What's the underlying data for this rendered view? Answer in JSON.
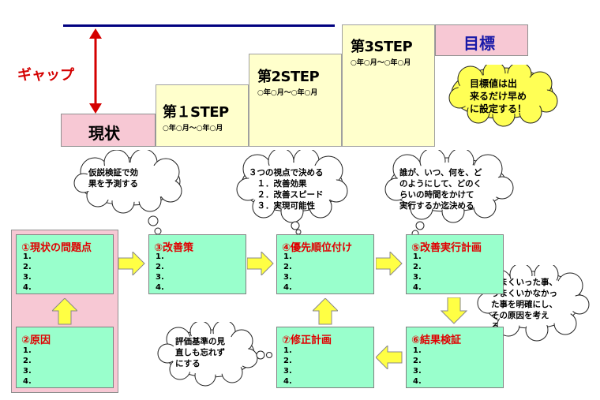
{
  "gap_label": "ギャップ",
  "current_label": "現状",
  "goal_label": "目標",
  "steps": [
    {
      "title": "第１STEP",
      "date": "○年○月～○年○月"
    },
    {
      "title": "第2STEP",
      "date": "○年○月～○年○月"
    },
    {
      "title": "第3STEP",
      "date": "○年○月～○年○月"
    }
  ],
  "goal_note": [
    "目標値は出",
    "来るだけ早め",
    "に設定する！"
  ],
  "clouds": {
    "hypothesis": [
      "仮説検証で効",
      "果を予測する"
    ],
    "three_views": [
      "３つの視点で決める",
      "　１．改善効果",
      "　２．改善スピード",
      "　３．実現可能性"
    ],
    "who_when": [
      "誰が、いつ、何を、ど",
      "のようにして、どのく",
      "らいの時間をかけて",
      "実行するか迄決める"
    ],
    "review": [
      "うまくいった事、",
      "うまくいかなかっ",
      "た事を明確にし、",
      "その原因を考え",
      "る"
    ],
    "criteria": [
      "評価基準の見",
      "直しも忘れず",
      "にする"
    ]
  },
  "boxes": {
    "problems": {
      "title": "①現状の問題点",
      "items": [
        "1.",
        "2.",
        "3.",
        "4."
      ]
    },
    "cause": {
      "title": "②原因",
      "items": [
        "1.",
        "2.",
        "3.",
        "4."
      ]
    },
    "measures": {
      "title": "③改善策",
      "items": [
        "1.",
        "2.",
        "3.",
        "4."
      ]
    },
    "priority": {
      "title": "④優先順位付け",
      "items": [
        "1.",
        "2.",
        "3.",
        "4."
      ]
    },
    "plan": {
      "title": "⑤改善実行計画",
      "items": [
        "1.",
        "2.",
        "3.",
        "4."
      ]
    },
    "result": {
      "title": "⑥結果検証",
      "items": [
        "1.",
        "2.",
        "3.",
        "4."
      ]
    },
    "revision": {
      "title": "⑦修正計画",
      "items": [
        "1.",
        "2.",
        "3.",
        "4."
      ]
    }
  },
  "colors": {
    "step_fill": "#ffffcc",
    "pink_fill": "#f7c8d4",
    "box_fill": "#99ffcc",
    "arrow_fill": "#ffff44",
    "title_red": "#e00000",
    "goal_blue": "#1a1aa8",
    "line_navy": "#000080"
  }
}
